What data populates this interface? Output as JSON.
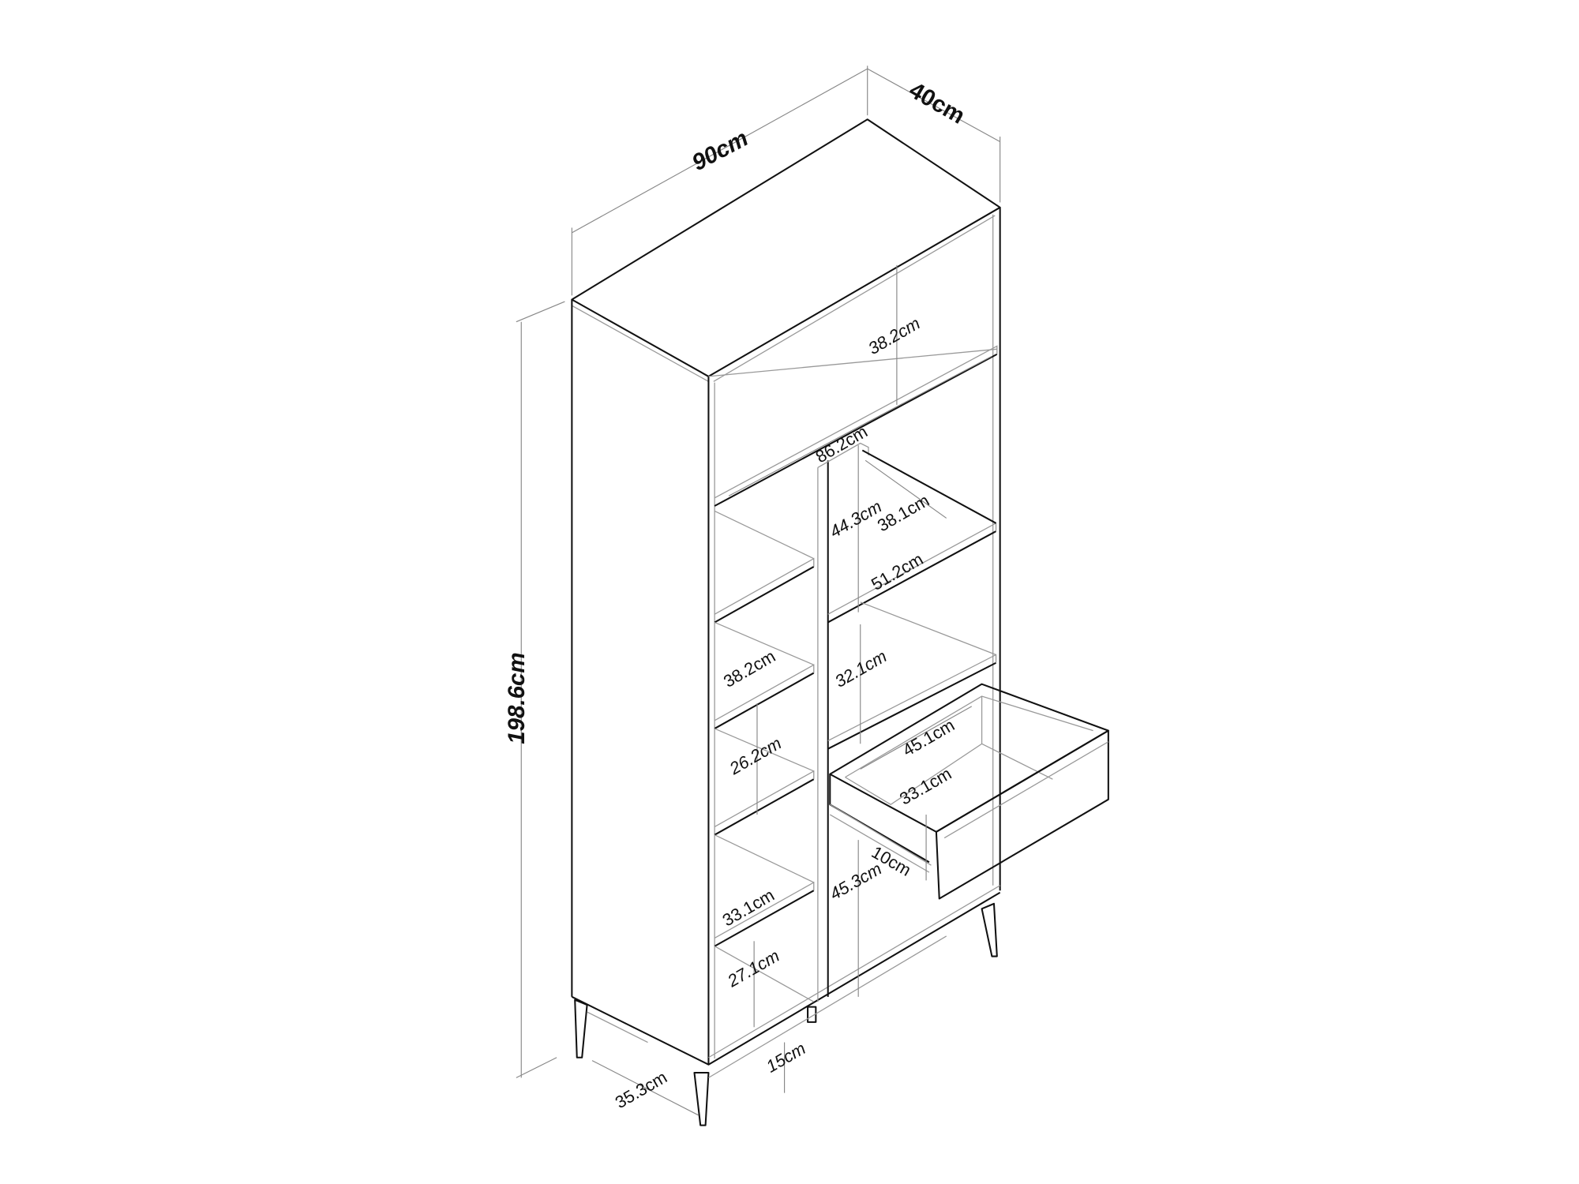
{
  "overall": {
    "width": "90cm",
    "depth": "40cm",
    "height": "198.6cm"
  },
  "dimensions": {
    "top_compartment_height": "38.2cm",
    "inner_width": "86.2cm",
    "right_upper_height": "44.3cm",
    "right_shelf_depth": "38.1cm",
    "right_shelf_width": "51.2cm",
    "right_middle_height": "32.1cm",
    "left_shelf_depth": "38.2cm",
    "left_middle_height": "26.2cm",
    "drawer_width": "45.1cm",
    "drawer_depth": "33.1cm",
    "drawer_height": "10cm",
    "right_lower_height": "45.3cm",
    "left_lower_shelf_depth": "33.1cm",
    "left_bottom_height": "27.1cm",
    "leg_height": "15cm",
    "leg_spacing": "35.3cm"
  }
}
